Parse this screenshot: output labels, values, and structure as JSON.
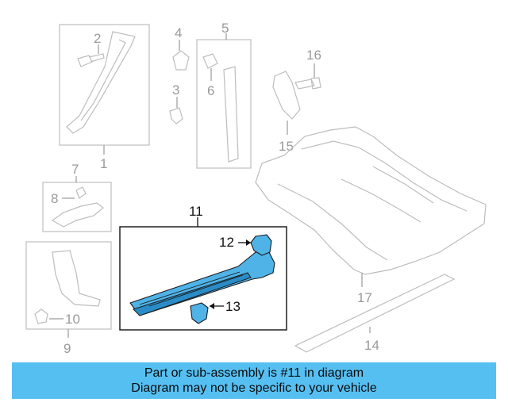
{
  "diagram": {
    "callouts": {
      "c1": "1",
      "c2": "2",
      "c3": "3",
      "c4": "4",
      "c5": "5",
      "c6": "6",
      "c7": "7",
      "c8": "8",
      "c9": "9",
      "c10": "10",
      "c11": "11",
      "c12": "12",
      "c13": "13",
      "c14": "14",
      "c15": "15",
      "c16": "16",
      "c17": "17"
    },
    "highlighted_part": "11",
    "highlight_color": "#4fb3e8"
  },
  "banner": {
    "line1": "Part or sub-assembly is #11 in diagram",
    "line2": "Diagram may not be specific to your vehicle",
    "color": "#56bff2"
  }
}
